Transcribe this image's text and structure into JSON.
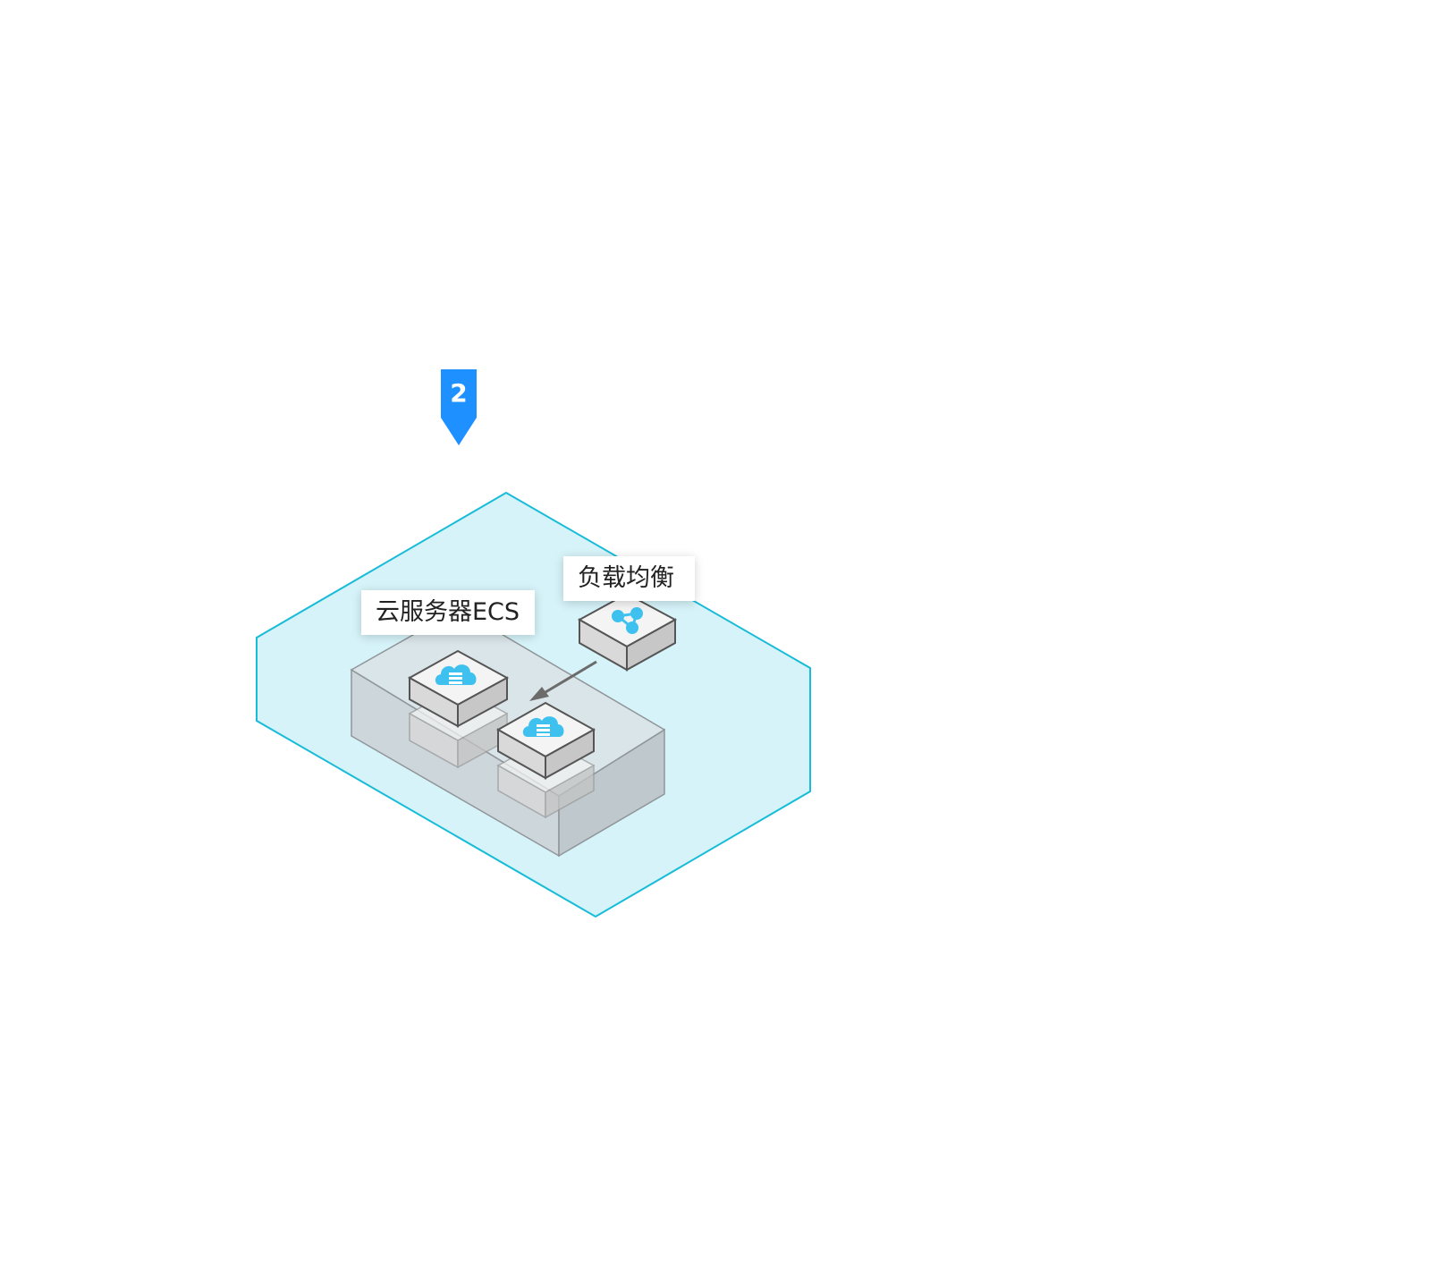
{
  "step_marker": {
    "number": "2",
    "color": "#1e90ff"
  },
  "labels": {
    "ecs": "云服务器ECS",
    "load_balancer": "负载均衡"
  },
  "colors": {
    "zone_fill": "#d5f3f8",
    "zone_stroke": "#19bcd8",
    "group_fill": "#d1d8dc",
    "icon_accent": "#3ec1ef",
    "arrow": "#6b6b6b"
  },
  "icons": {
    "ecs": "cloud-server-icon",
    "load_balancer": "load-balancer-icon"
  }
}
